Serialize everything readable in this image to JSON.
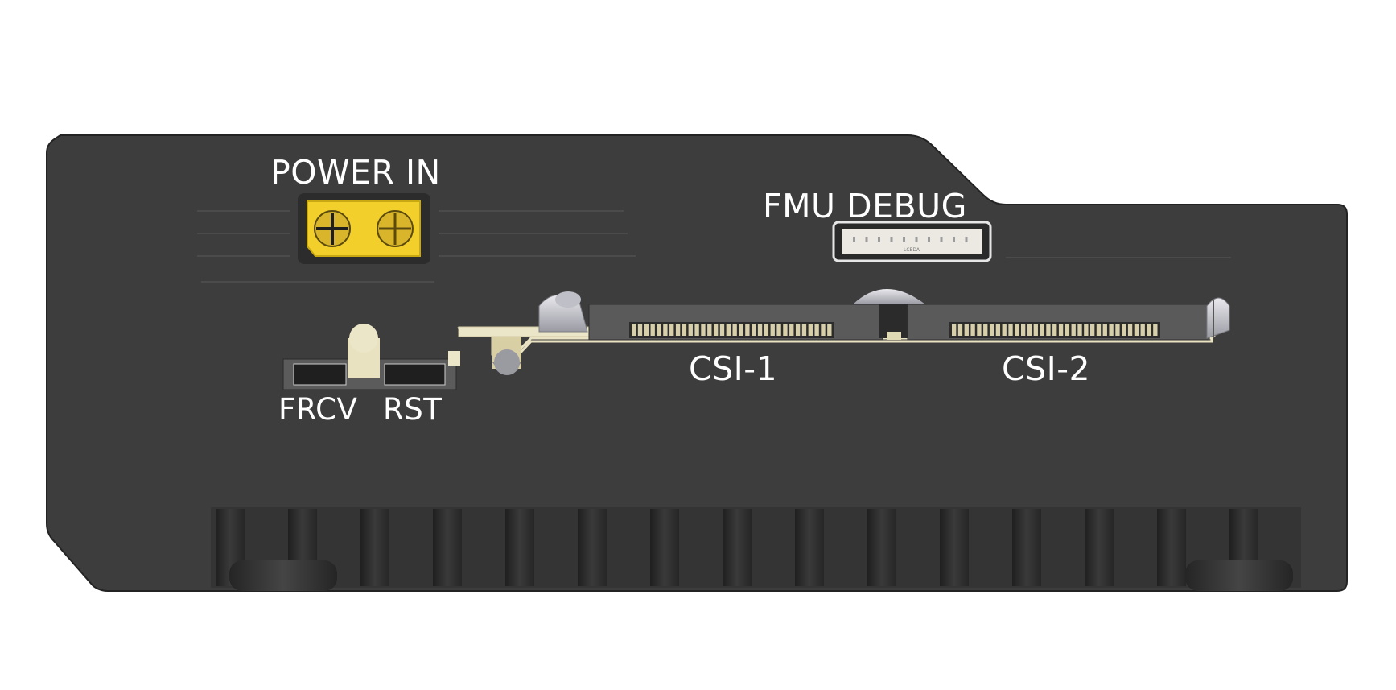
{
  "labels": {
    "power_in": "POWER IN",
    "fmu_debug": "FMU DEBUG",
    "csi_1": "CSI-1",
    "csi_2": "CSI-2",
    "frcv": "FRCV",
    "rst": "RST",
    "debug_connector_marking": "LCEDA"
  },
  "colors": {
    "housing": "#3d3d3d",
    "housing_edge": "#2a2a2a",
    "power_connector": "#f2cf2a",
    "pcb_cream": "#ece6c8",
    "connector_silver": "#c8c8c8"
  }
}
